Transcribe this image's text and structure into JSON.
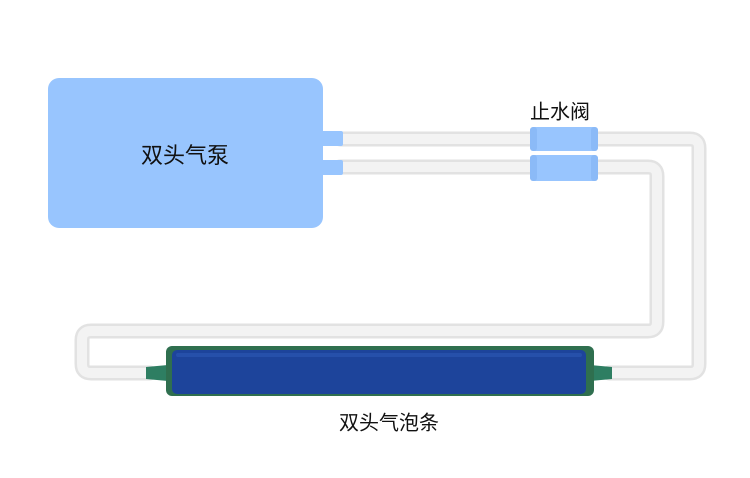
{
  "labels": {
    "pump": "双头气泵",
    "valve": "止水阀",
    "air_stone": "双头气泡条"
  },
  "colors": {
    "pump_body": "#98C5FE",
    "valve_body": "#98C5FE",
    "tube": "#F2F2F2",
    "tube_shadow": "#E2E2E2",
    "stone_body": "#1D449B",
    "stone_frame": "#2F6F4F",
    "stone_connector": "#2E7E62"
  }
}
